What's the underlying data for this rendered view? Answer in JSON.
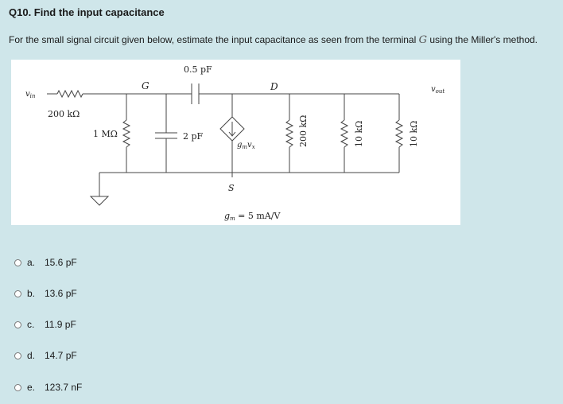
{
  "question": {
    "title": "Q10. Find the input capacitance",
    "text_before_symbol": "For the small signal circuit given below, estimate the input capacitance as seen from the terminal ",
    "terminal_symbol": "G",
    "text_after_symbol": " using the Miller's method."
  },
  "circuit": {
    "labels": {
      "vin": "v",
      "vin_sub": "in",
      "vout": "v",
      "vout_sub": "out",
      "node_g": "G",
      "node_d": "D",
      "node_s": "S",
      "r_source": "200 kΩ",
      "r_gate": "1 MΩ",
      "c_gs": "2 pF",
      "c_gd": "0.5 pF",
      "gm_source": "g",
      "gm_sub": "m",
      "gm_v": "v",
      "gm_vsub": "x",
      "r_d1": "200 kΩ",
      "r_d2": "10 kΩ",
      "r_d3": "10 kΩ",
      "gm_value_prefix": "g",
      "gm_value_sub": "m",
      "gm_value_rest": " = 5 mA/V"
    }
  },
  "options": [
    {
      "letter": "a.",
      "value": "15.6 pF"
    },
    {
      "letter": "b.",
      "value": "13.6 pF"
    },
    {
      "letter": "c.",
      "value": "11.9 pF"
    },
    {
      "letter": "d.",
      "value": "14.7 pF"
    },
    {
      "letter": "e.",
      "value": "123.7 nF"
    }
  ]
}
